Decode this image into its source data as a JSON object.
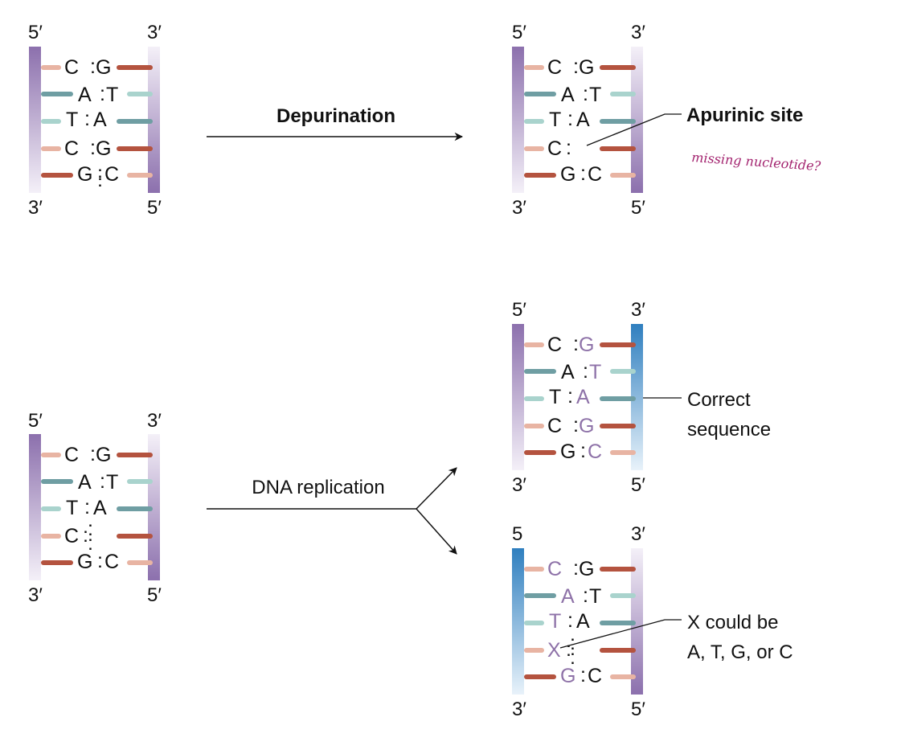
{
  "colors": {
    "purple_strand": "#8c70ad",
    "blue_strand": "#2f7fbf",
    "pink_bar": "#e8b4a3",
    "red_bar": "#b4533f",
    "teal_bar": "#6f9ea3",
    "mint_bar": "#a9d3cd",
    "new_base_text": "#8e72a8",
    "annotation_ink": "#a3236f"
  },
  "ends": {
    "five_prime": "5′",
    "three_prime": "3′",
    "five_no_prime": "5"
  },
  "colon": ":",
  "top_left": {
    "rows": [
      {
        "left": "C",
        "right": "G"
      },
      {
        "left": "A",
        "right": "T"
      },
      {
        "left": "T",
        "right": "A"
      },
      {
        "left": "C",
        "right": "G"
      },
      {
        "left": "G",
        "right": "C"
      }
    ]
  },
  "top_right": {
    "rows": [
      {
        "left": "C",
        "right": "G"
      },
      {
        "left": "A",
        "right": "T"
      },
      {
        "left": "T",
        "right": "A"
      },
      {
        "left": "C",
        "right": ""
      },
      {
        "left": "G",
        "right": "C"
      }
    ],
    "callout": "Apurinic site",
    "handwritten_note": "missing nucleotide?"
  },
  "arrows": {
    "depurination": "Depurination",
    "dna_replication": "DNA replication"
  },
  "bottom_left": {
    "rows": [
      {
        "left": "C",
        "right": "G"
      },
      {
        "left": "A",
        "right": "T"
      },
      {
        "left": "T",
        "right": "A"
      },
      {
        "left": "C",
        "right": ""
      },
      {
        "left": "G",
        "right": "C"
      }
    ]
  },
  "daughter_correct": {
    "rows": [
      {
        "left": "C",
        "right": "G"
      },
      {
        "left": "A",
        "right": "T"
      },
      {
        "left": "T",
        "right": "A"
      },
      {
        "left": "C",
        "right": "G"
      },
      {
        "left": "G",
        "right": "C"
      }
    ],
    "caption_line1": "Correct",
    "caption_line2": "sequence"
  },
  "daughter_mutant": {
    "rows": [
      {
        "left": "C",
        "right": "G"
      },
      {
        "left": "A",
        "right": "T"
      },
      {
        "left": "T",
        "right": "A"
      },
      {
        "left": "X",
        "right": ""
      },
      {
        "left": "G",
        "right": "C"
      }
    ],
    "caption_line1": "X could be",
    "caption_line2": "A, T, G, or C"
  }
}
